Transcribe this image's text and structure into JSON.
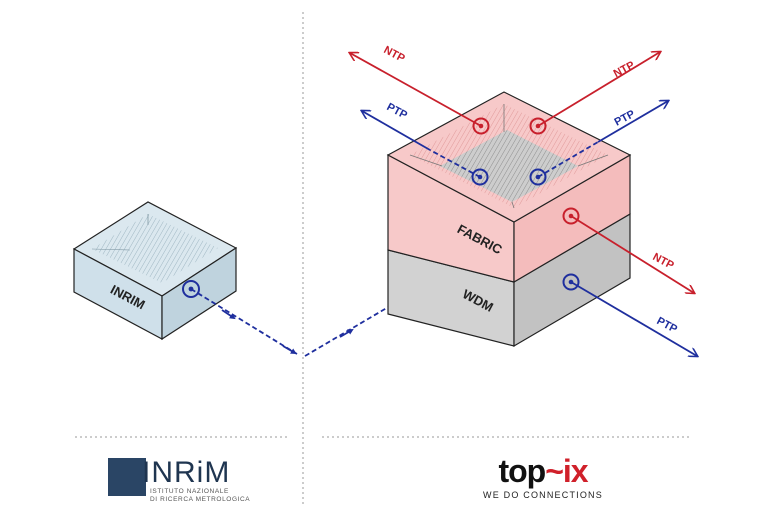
{
  "labels": {
    "inrim_box": "INRIM",
    "fabric": "FABRIC",
    "wdm": "WDM",
    "ntp": "NTP",
    "ptp": "PTP"
  },
  "logos": {
    "inrim_word": "INRiM",
    "inrim_line1": "ISTITUTO NAZIONALE",
    "inrim_line2": "DI RICERCA METROLOGICA",
    "topix_main": "top",
    "topix_sep": "~",
    "topix_ix": "ix",
    "topix_tag": "WE DO CONNECTIONS"
  },
  "colors": {
    "ntp": "#c8202c",
    "ptp": "#1f2f9e",
    "pink": "#f7c9c9",
    "gray": "#c8c8c8",
    "blue_box": "#cfe0ea"
  }
}
